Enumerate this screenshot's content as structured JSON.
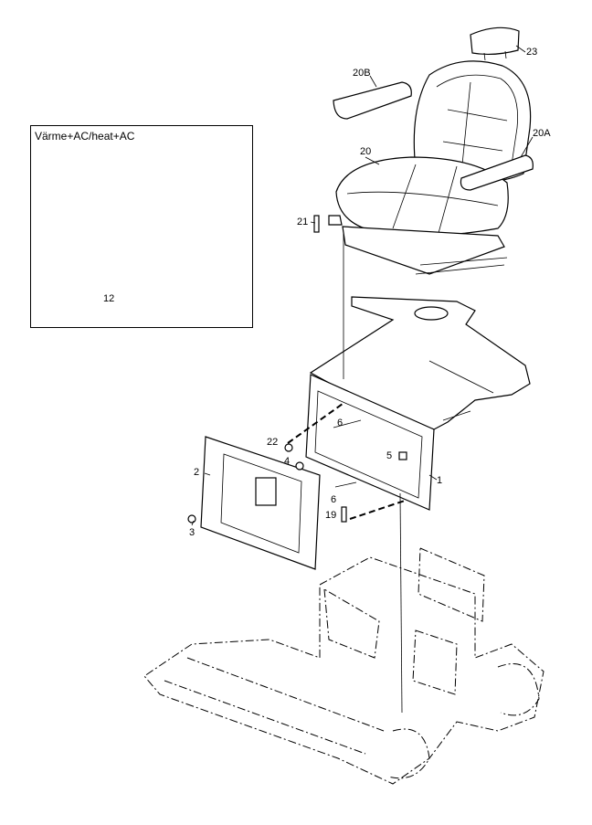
{
  "inset": {
    "title": "Värme+AC/heat+AC"
  },
  "callouts": {
    "c1": "1",
    "c2": "2",
    "c3": "3",
    "c4": "4",
    "c5": "5",
    "c6a": "6",
    "c6b": "6",
    "c12": "12",
    "c19": "19",
    "c20": "20",
    "c20A": "20A",
    "c20B": "20B",
    "c21": "21",
    "c22": "22",
    "c23": "23"
  }
}
